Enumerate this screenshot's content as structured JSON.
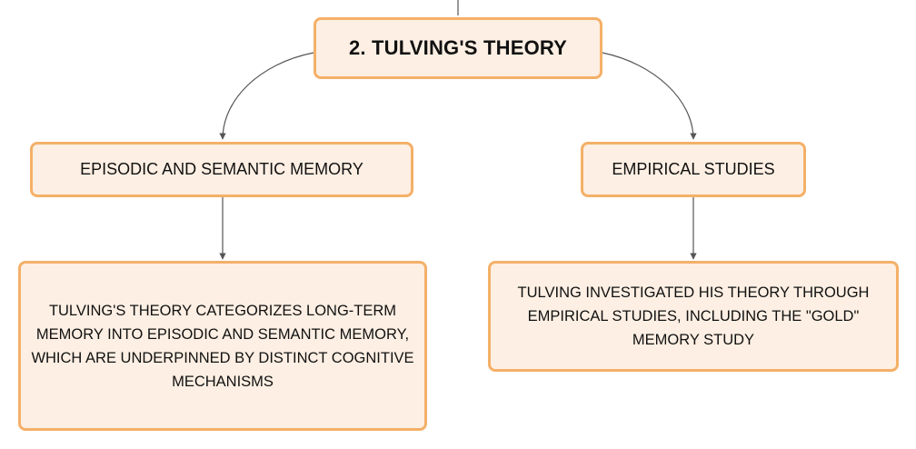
{
  "diagram": {
    "root": {
      "label": "2. TULVING'S THEORY"
    },
    "branches": [
      {
        "label": "EPISODIC AND SEMANTIC MEMORY",
        "detail": "TULVING'S THEORY CATEGORIZES LONG-TERM MEMORY INTO EPISODIC AND SEMANTIC MEMORY, WHICH ARE UNDERPINNED BY DISTINCT COGNITIVE MECHANISMS"
      },
      {
        "label": "EMPIRICAL STUDIES",
        "detail": "TULVING INVESTIGATED HIS THEORY THROUGH EMPIRICAL STUDIES, INCLUDING THE \"GOLD\" MEMORY STUDY"
      }
    ]
  },
  "colors": {
    "node_fill": "#fdefe3",
    "node_border": "#f4b068",
    "connector": "#555555",
    "text": "#111111"
  }
}
